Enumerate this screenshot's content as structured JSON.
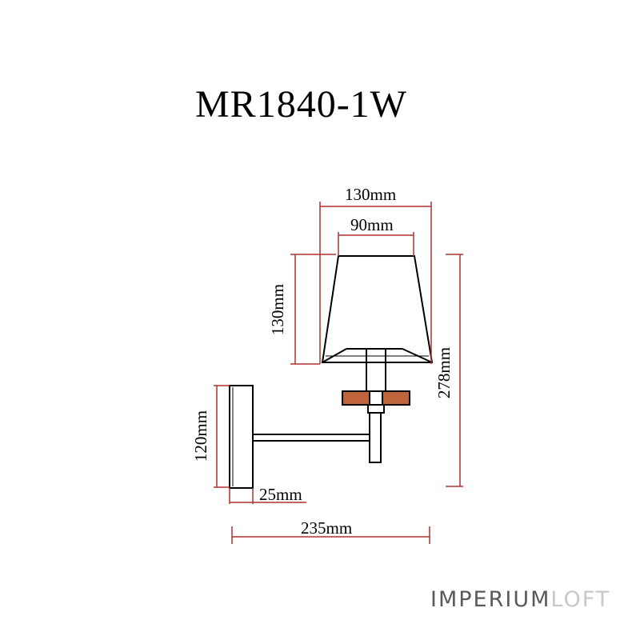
{
  "title": "MR1840-1W",
  "dimensions": {
    "shade_top_width": "130mm",
    "shade_top_inner_width": "90mm",
    "shade_height": "130mm",
    "total_height": "278mm",
    "wall_plate_height": "120mm",
    "wall_plate_depth": "25mm",
    "total_depth": "235mm"
  },
  "brand": {
    "main": "IMPERIUM",
    "accent": "LOFT"
  },
  "colors": {
    "dimension_line": "#b03030",
    "drawing_line": "#000000",
    "wood_accent": "#c0643c",
    "brand_main": "#5a5a5a",
    "brand_accent": "#c8c8c8"
  }
}
